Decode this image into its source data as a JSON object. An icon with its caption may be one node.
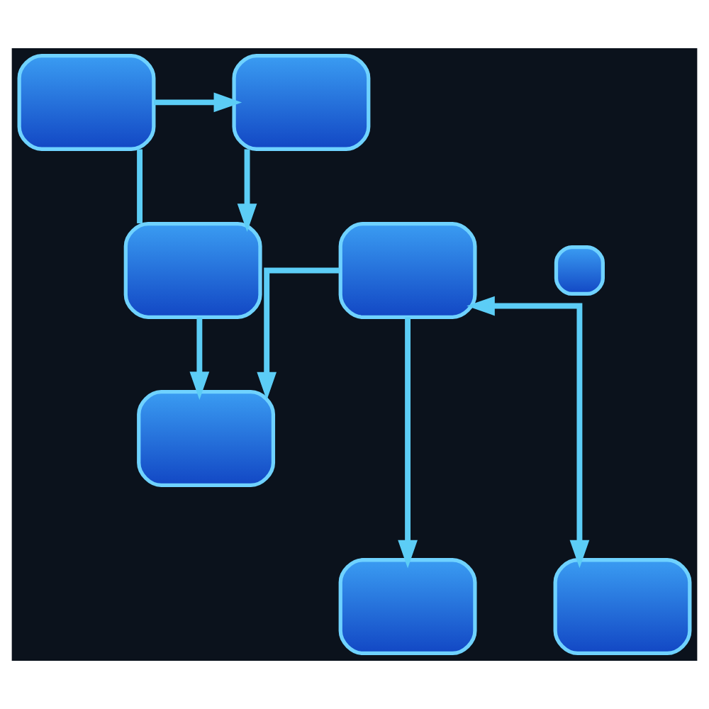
{
  "diagram": {
    "nodes": [
      {
        "text": [],
        "shape": "box"
      },
      {
        "text": [],
        "shape": "box"
      },
      {
        "text": [],
        "shape": "box"
      },
      {
        "text": [],
        "shape": "box"
      },
      {
        "text": [],
        "shape": "box"
      },
      {
        "text": [],
        "shape": "box"
      },
      {
        "text": [],
        "shape": "box"
      },
      {
        "text": [],
        "shape": "box"
      }
    ],
    "edges": [
      {
        "from": 0,
        "to": 1,
        "arrow": "to"
      },
      {
        "from": 1,
        "to": 2,
        "arrow": "to"
      },
      {
        "from": 0,
        "to": 2,
        "arrow": "none"
      },
      {
        "from": 3,
        "to": 5,
        "arrow": "to"
      },
      {
        "from": 2,
        "to": 5,
        "arrow": "to"
      },
      {
        "from": 3,
        "to": 7,
        "arrow": "to"
      },
      {
        "from": 6,
        "to": 3,
        "arrow": "both"
      }
    ]
  }
}
